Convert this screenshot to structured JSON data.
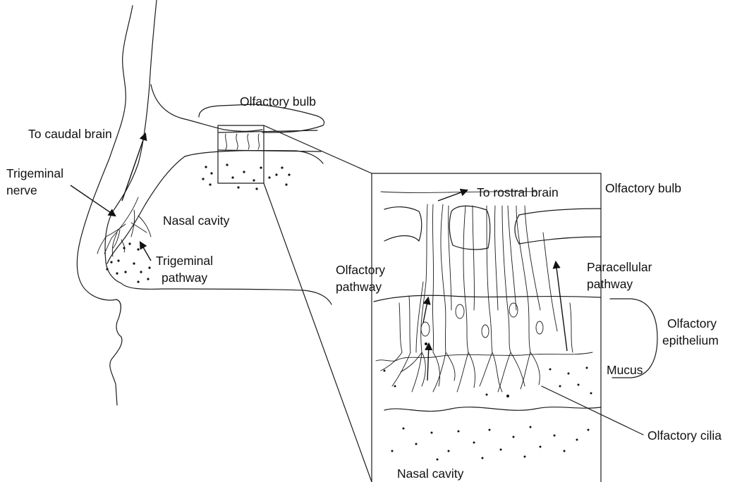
{
  "labels": {
    "to_caudal_brain": "To caudal brain",
    "trigeminal_nerve_line1": "Trigeminal",
    "trigeminal_nerve_line2": "nerve",
    "nasal_cavity_left": "Nasal cavity",
    "trigeminal_pathway_line1": "Trigeminal",
    "trigeminal_pathway_line2": "pathway",
    "olfactory_bulb_top": "Olfactory bulb",
    "to_rostral_brain": "To rostral brain",
    "olfactory_bulb_right": "Olfactory bulb",
    "olfactory_pathway_line1": "Olfactory",
    "olfactory_pathway_line2": "pathway",
    "paracellular_pathway_line1": "Paracellular",
    "paracellular_pathway_line2": "pathway",
    "olfactory_epithelium_line1": "Olfactory",
    "olfactory_epithelium_line2": "epithelium",
    "mucus": "Mucus",
    "olfactory_cilia": "Olfactory cilia",
    "nasal_cavity_bottom": "Nasal cavity"
  }
}
